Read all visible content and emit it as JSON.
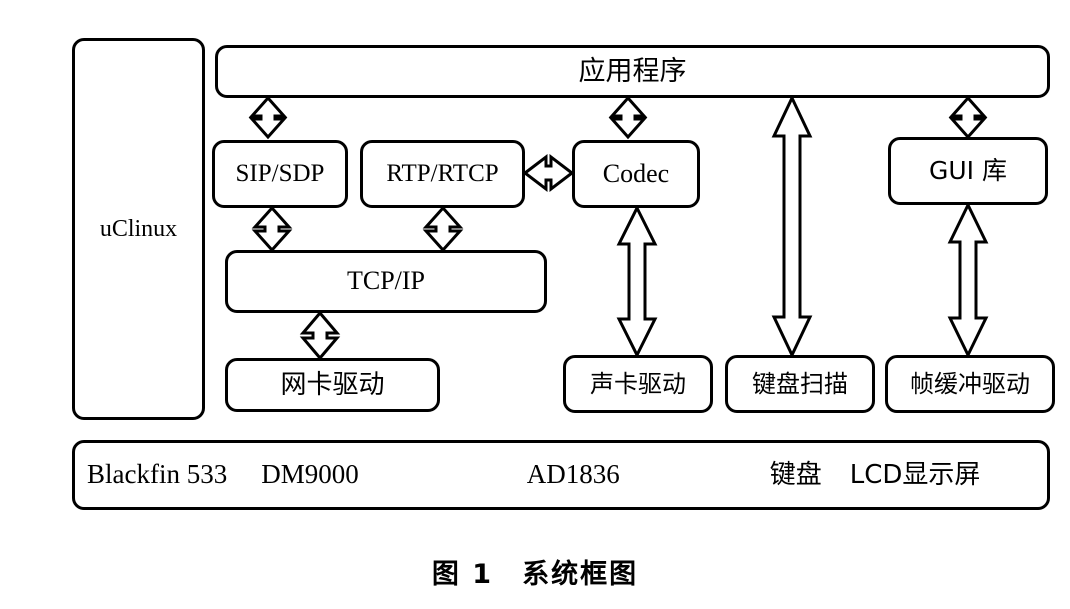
{
  "figure": {
    "caption": "图 1　系统框图",
    "caption_number": "图 1",
    "caption_title": "系统框图"
  },
  "blocks": {
    "os": {
      "label": "uClinux",
      "script": "latin"
    },
    "application": {
      "label": "应用程序",
      "script": "cjk"
    },
    "sip_sdp": {
      "label": "SIP/SDP",
      "script": "latin"
    },
    "rtp_rtcp": {
      "label": "RTP/RTCP",
      "script": "latin"
    },
    "codec": {
      "label": "Codec",
      "script": "latin"
    },
    "gui_lib": {
      "label": "GUI 库",
      "script": "cjk"
    },
    "tcp_ip": {
      "label": "TCP/IP",
      "script": "latin"
    },
    "nic_driver": {
      "label": "网卡驱动",
      "script": "cjk"
    },
    "sound_driver": {
      "label": "声卡驱动",
      "script": "cjk"
    },
    "keyboard_scan": {
      "label": "键盘扫描",
      "script": "cjk"
    },
    "framebuffer_driver": {
      "label": "帧缓冲驱动",
      "script": "cjk"
    }
  },
  "hardware": {
    "items": [
      {
        "label": "Blackfin 533",
        "script": "latin"
      },
      {
        "label": "DM9000",
        "script": "latin"
      },
      {
        "label": "AD1836",
        "script": "latin"
      },
      {
        "label": "键盘",
        "script": "cjk"
      },
      {
        "label": "LCD显示屏",
        "script": "cjk"
      }
    ]
  },
  "connections": [
    {
      "from": "application",
      "to": "sip_sdp",
      "type": "bidirectional"
    },
    {
      "from": "application",
      "to": "codec",
      "type": "bidirectional"
    },
    {
      "from": "application",
      "to": "keyboard_scan",
      "type": "bidirectional"
    },
    {
      "from": "application",
      "to": "gui_lib",
      "type": "bidirectional"
    },
    {
      "from": "rtp_rtcp",
      "to": "codec",
      "type": "bidirectional"
    },
    {
      "from": "sip_sdp",
      "to": "tcp_ip",
      "type": "bidirectional"
    },
    {
      "from": "rtp_rtcp",
      "to": "tcp_ip",
      "type": "bidirectional"
    },
    {
      "from": "tcp_ip",
      "to": "nic_driver",
      "type": "bidirectional"
    },
    {
      "from": "codec",
      "to": "sound_driver",
      "type": "bidirectional"
    },
    {
      "from": "gui_lib",
      "to": "framebuffer_driver",
      "type": "bidirectional"
    }
  ],
  "colors": {
    "stroke": "#000000",
    "fill": "#ffffff",
    "background": "#ffffff"
  }
}
